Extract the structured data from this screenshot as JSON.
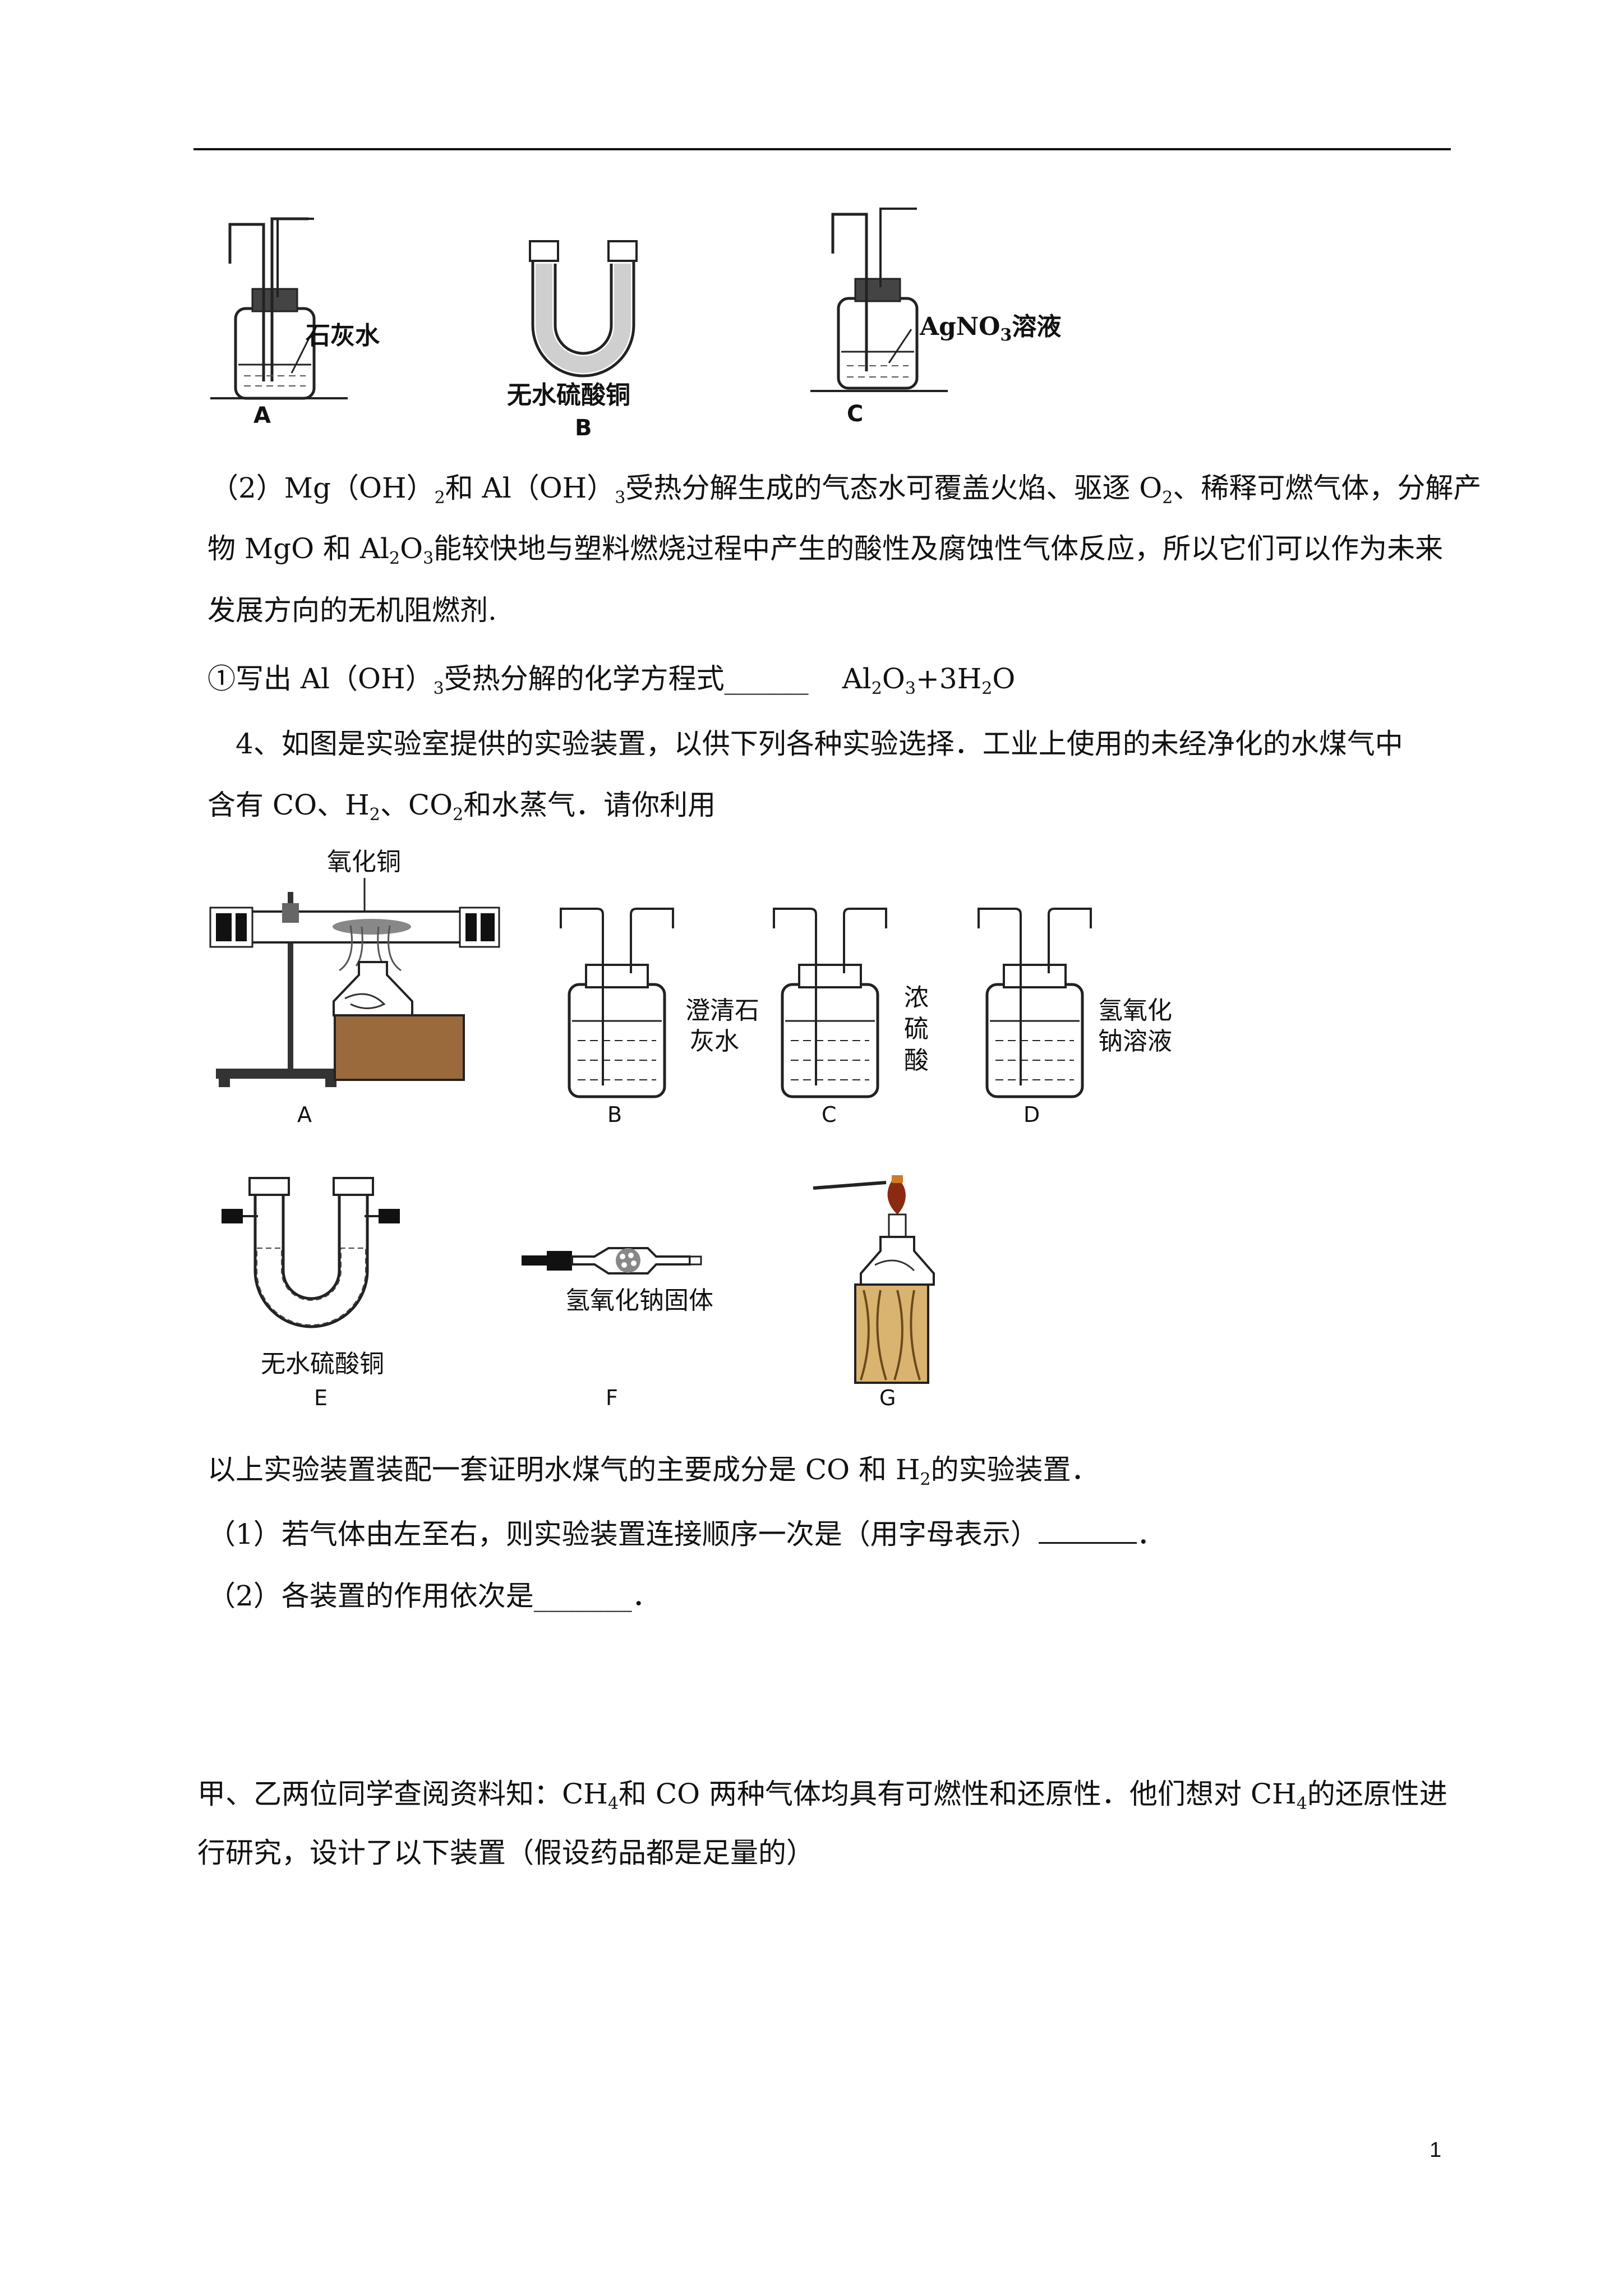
{
  "figure1": {
    "a_label": "A",
    "a_text": "石灰水",
    "b_label": "B",
    "b_text": "无水硫酸铜",
    "c_label": "C",
    "c_text_prefix": "AgNO",
    "c_text_sub": "3",
    "c_text_suffix": "溶液"
  },
  "para2": {
    "l1_a": "（2）Mg（OH）",
    "l1_s1": "2",
    "l1_b": "和 Al（OH）",
    "l1_s2": "3",
    "l1_c": "受热分解生成的气态水可覆盖火焰、驱逐 O",
    "l1_s3": "2",
    "l1_d": "、稀释可燃气体，分解产",
    "l2_a": "物 MgO 和 Al",
    "l2_s1": "2",
    "l2_b": "O",
    "l2_s2": "3",
    "l2_c": "能较快地与塑料燃烧过程中产生的酸性及腐蚀性气体反应，所以它们可以作为未来",
    "l3": "发展方向的无机阻燃剂.",
    "l4_a": "①写出 Al（OH）",
    "l4_s1": "3",
    "l4_b": "受热分解的化学方程式______",
    "l4_c": "A",
    "l4_d": "l",
    "l4_s2": "2",
    "l4_e": "O",
    "l4_s3": "3",
    "l4_f": "+3H",
    "l4_s4": "2",
    "l4_g": "O"
  },
  "q4": {
    "l1": "4、如图是实验室提供的实验装置，以供下列各种实验选择．工业上使用的未经净化的水煤气中",
    "l2_a": "含有 CO、H",
    "l2_s1": "2",
    "l2_b": "、CO",
    "l2_s2": "2",
    "l2_c": "和水蒸气．请你利用"
  },
  "figure2": {
    "a_top": "氧化铜",
    "a_label": "A",
    "b_text1": "澄清石",
    "b_text2": "灰水",
    "b_label": "B",
    "c_text1": "浓",
    "c_text2": "硫",
    "c_text3": "酸",
    "c_label": "C",
    "d_text1": "氢氧化",
    "d_text2": "钠溶液",
    "d_label": "D",
    "e_text": "无水硫酸铜",
    "e_label": "E",
    "f_text": "氢氧化钠固体",
    "f_label": "F",
    "g_label": "G"
  },
  "q4b": {
    "l1_a": "以上实验装置装配一套证明水煤气的主要成分是 CO 和 H",
    "l1_s1": "2",
    "l1_b": "的实验装置．",
    "l2": "（1）若气体由左至右，则实验装置连接顺序一次是（用字母表示）",
    "l2_end": "．",
    "l3": "（2）各装置的作用依次是_______．"
  },
  "q5": {
    "l1_a": "甲、乙两位同学查阅资料知：CH",
    "l1_s1": "4",
    "l1_b": "和 CO 两种气体均具有可燃性和还原性．他们想对 CH",
    "l1_s2": "4",
    "l1_c": "的还原性进",
    "l2": "行研究，设计了以下装置（假设药品都是足量的）"
  },
  "page_number": "1"
}
